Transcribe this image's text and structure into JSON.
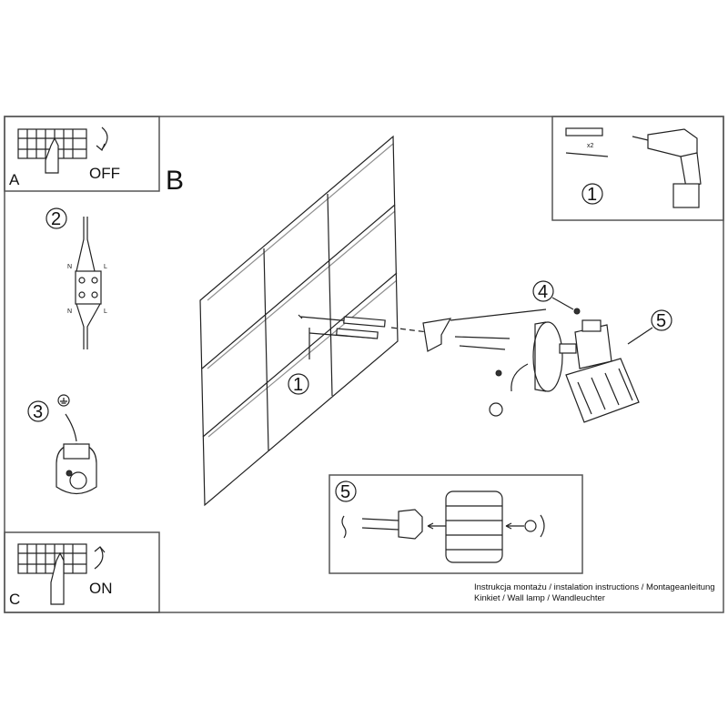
{
  "panels": {
    "a": {
      "letter": "A",
      "action": "OFF"
    },
    "b": {
      "letter": "B"
    },
    "c": {
      "letter": "C",
      "action": "ON"
    }
  },
  "steps": {
    "s1": "1",
    "s2": "2",
    "s3": "3",
    "s4": "4",
    "s5": "5",
    "b1": "1",
    "b5": "5",
    "box5": "5"
  },
  "tools": {
    "quantity": "x2"
  },
  "wiring": {
    "n_top": "N",
    "l_top": "L",
    "n_bottom": "N",
    "l_bottom": "L"
  },
  "caption": {
    "line1": "Instrukcja montażu / instalation instructions / Montageanleitung",
    "line2": "Kinkiet / Wall lamp / Wandleuchter"
  }
}
